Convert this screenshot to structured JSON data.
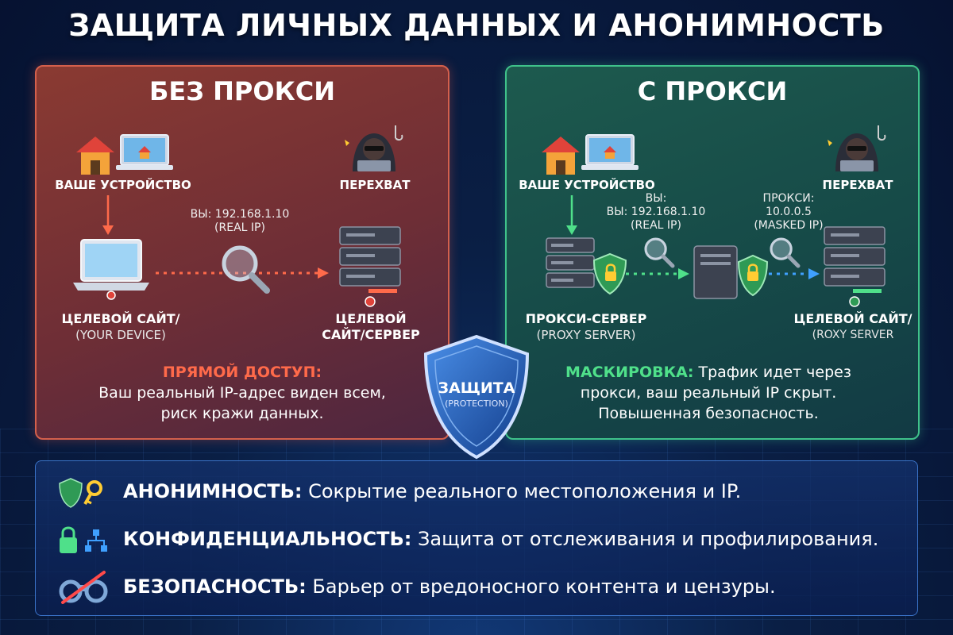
{
  "title": "ЗАЩИТА ЛИЧНЫХ ДАННЫХ И АНОНИМНОСТЬ",
  "left_panel": {
    "title": "БЕЗ ПРОКСИ",
    "device_label": "ВАШЕ УСТРОЙСТВО",
    "interception_label": "ПЕРЕХВАТ",
    "ip_line1": "ВЫ: 192.168.1.10",
    "ip_line2": "(REAL IP)",
    "node1_title": "ЦЕЛЕВОЙ САЙТ/",
    "node1_sub": "(YOUR DEVICE)",
    "node2_title_line1": "ЦЕЛЕВОЙ",
    "node2_title_line2": "САЙТ/СЕРВЕР",
    "desc_accent": "ПРЯМОЙ ДОСТУП:",
    "desc_line1": "Ваш реальный IP-адрес виден всем,",
    "desc_line2": "риск кражи данных."
  },
  "right_panel": {
    "title": "С ПРОКСИ",
    "device_label": "ВАШЕ УСТРОЙСТВО",
    "interception_label": "ПЕРЕХВАТ",
    "ip_line0": "ВЫ:",
    "ip_line1": "ВЫ: 192.168.1.10",
    "ip_line2": "(REAL IP)",
    "proxy_line1": "ПРОКСИ:",
    "proxy_line2": "10.0.0.5",
    "proxy_line3": "(MASKED IP)",
    "node1_title": "ПРОКСИ-СЕРВЕР",
    "node1_sub": "(PROXY SERVER)",
    "node2_title": "ЦЕЛЕВОЙ САЙТ/",
    "node2_sub": "(ROXY SERVER",
    "desc_accent": "МАСКИРОВКА:",
    "desc_line1_rest": " Трафик идет через",
    "desc_line2": "прокси, ваш реальный IP скрыт.",
    "desc_line3": "Повышенная безопасность."
  },
  "shield": {
    "label": "ЗАЩИТА",
    "sub": "(PROTECTION)"
  },
  "features": [
    {
      "term": "АНОНИМНОСТЬ:",
      "text": " Сокрытие реального местоположения и IP."
    },
    {
      "term": "КОНФИДЕНЦИАЛЬНОСТЬ:",
      "text": " Защита от отслеживания и профилирования."
    },
    {
      "term": "БЕЗОПАСНОСТЬ:",
      "text": " Барьер от вредоносного контента и цензуры."
    }
  ],
  "colors": {
    "danger": "#ff6a4a",
    "safe": "#4fe08a",
    "left_border": "#d4604c",
    "right_border": "#3fc28a"
  }
}
